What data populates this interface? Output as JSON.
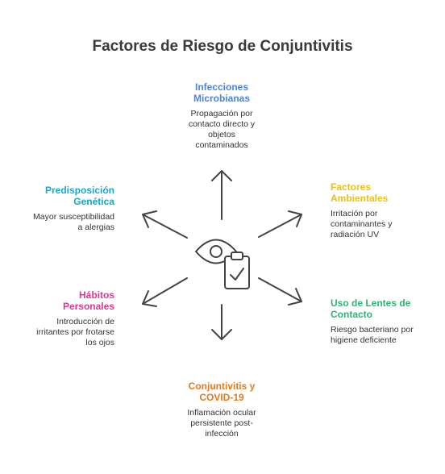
{
  "title": "Factores de Riesgo de Conjuntivitis",
  "colors": {
    "arrow": "#444444",
    "microbianas": "#4a84d9",
    "ambientales": "#e3c31b",
    "lentes": "#2fb37a",
    "covid": "#e07b1e",
    "personales": "#d63c93",
    "genetica": "#19a6c9"
  },
  "nodes": {
    "microbianas": {
      "title_line1": "Infecciones",
      "title_line2": "Microbianas",
      "desc_line1": "Propagación por",
      "desc_line2": "contacto directo y",
      "desc_line3": "objetos",
      "desc_line4": "contaminados"
    },
    "ambientales": {
      "title_line1": "Factores",
      "title_line2": "Ambientales",
      "desc_line1": "Irritación por",
      "desc_line2": "contaminantes y",
      "desc_line3": "radiación UV"
    },
    "lentes": {
      "title_line1": "Uso de Lentes de",
      "title_line2": "Contacto",
      "desc_line1": "Riesgo bacteriano por",
      "desc_line2": "higiene deficiente"
    },
    "covid": {
      "title_line1": "Conjuntivitis y",
      "title_line2": "COVID-19",
      "desc_line1": "Inflamación ocular",
      "desc_line2": "persistente post-",
      "desc_line3": "infección"
    },
    "personales": {
      "title_line1": "Hábitos",
      "title_line2": "Personales",
      "desc_line1": "Introducción de",
      "desc_line2": "irritantes por frotarse",
      "desc_line3": "los ojos"
    },
    "genetica": {
      "title_line1": "Predisposición",
      "title_line2": "Genética",
      "desc_line1": "Mayor susceptibilidad",
      "desc_line2": "a alergias"
    }
  },
  "center_icon": "eye-clipboard-check-icon"
}
